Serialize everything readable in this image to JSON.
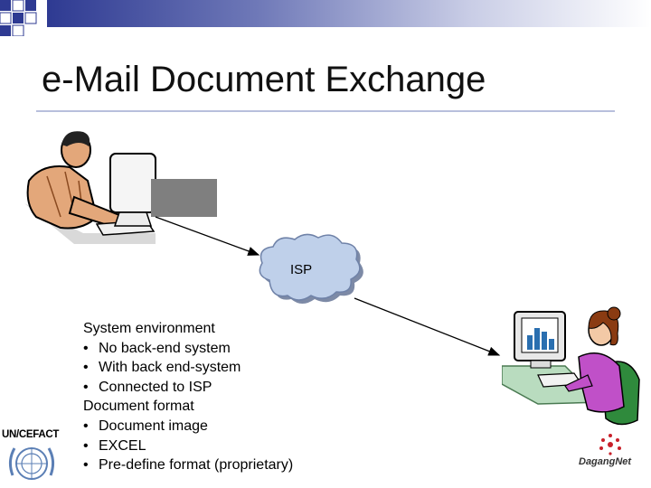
{
  "slide": {
    "title": "e-Mail Document Exchange",
    "cloud_label": "ISP",
    "description": {
      "heading1": "System environment",
      "items1": [
        "No back-end system",
        "With back end-system",
        "Connected to ISP"
      ],
      "heading2": "Document format",
      "items2": [
        "Document image",
        "EXCEL",
        "Pre-define format (proprietary)"
      ]
    },
    "bullet_char": "•"
  },
  "logos": {
    "left": "UN/CEFACT",
    "right": "DagangNet"
  },
  "colors": {
    "header_dark": "#2e3a92",
    "cloud_fill": "#bfd0ea",
    "arrow": "#000000",
    "monitor_box": "#7f7f7f"
  },
  "icons": [
    "man-at-computer-icon",
    "network-cloud-icon",
    "woman-at-computer-icon",
    "un-emblem-icon",
    "dagangnet-logo-icon"
  ]
}
